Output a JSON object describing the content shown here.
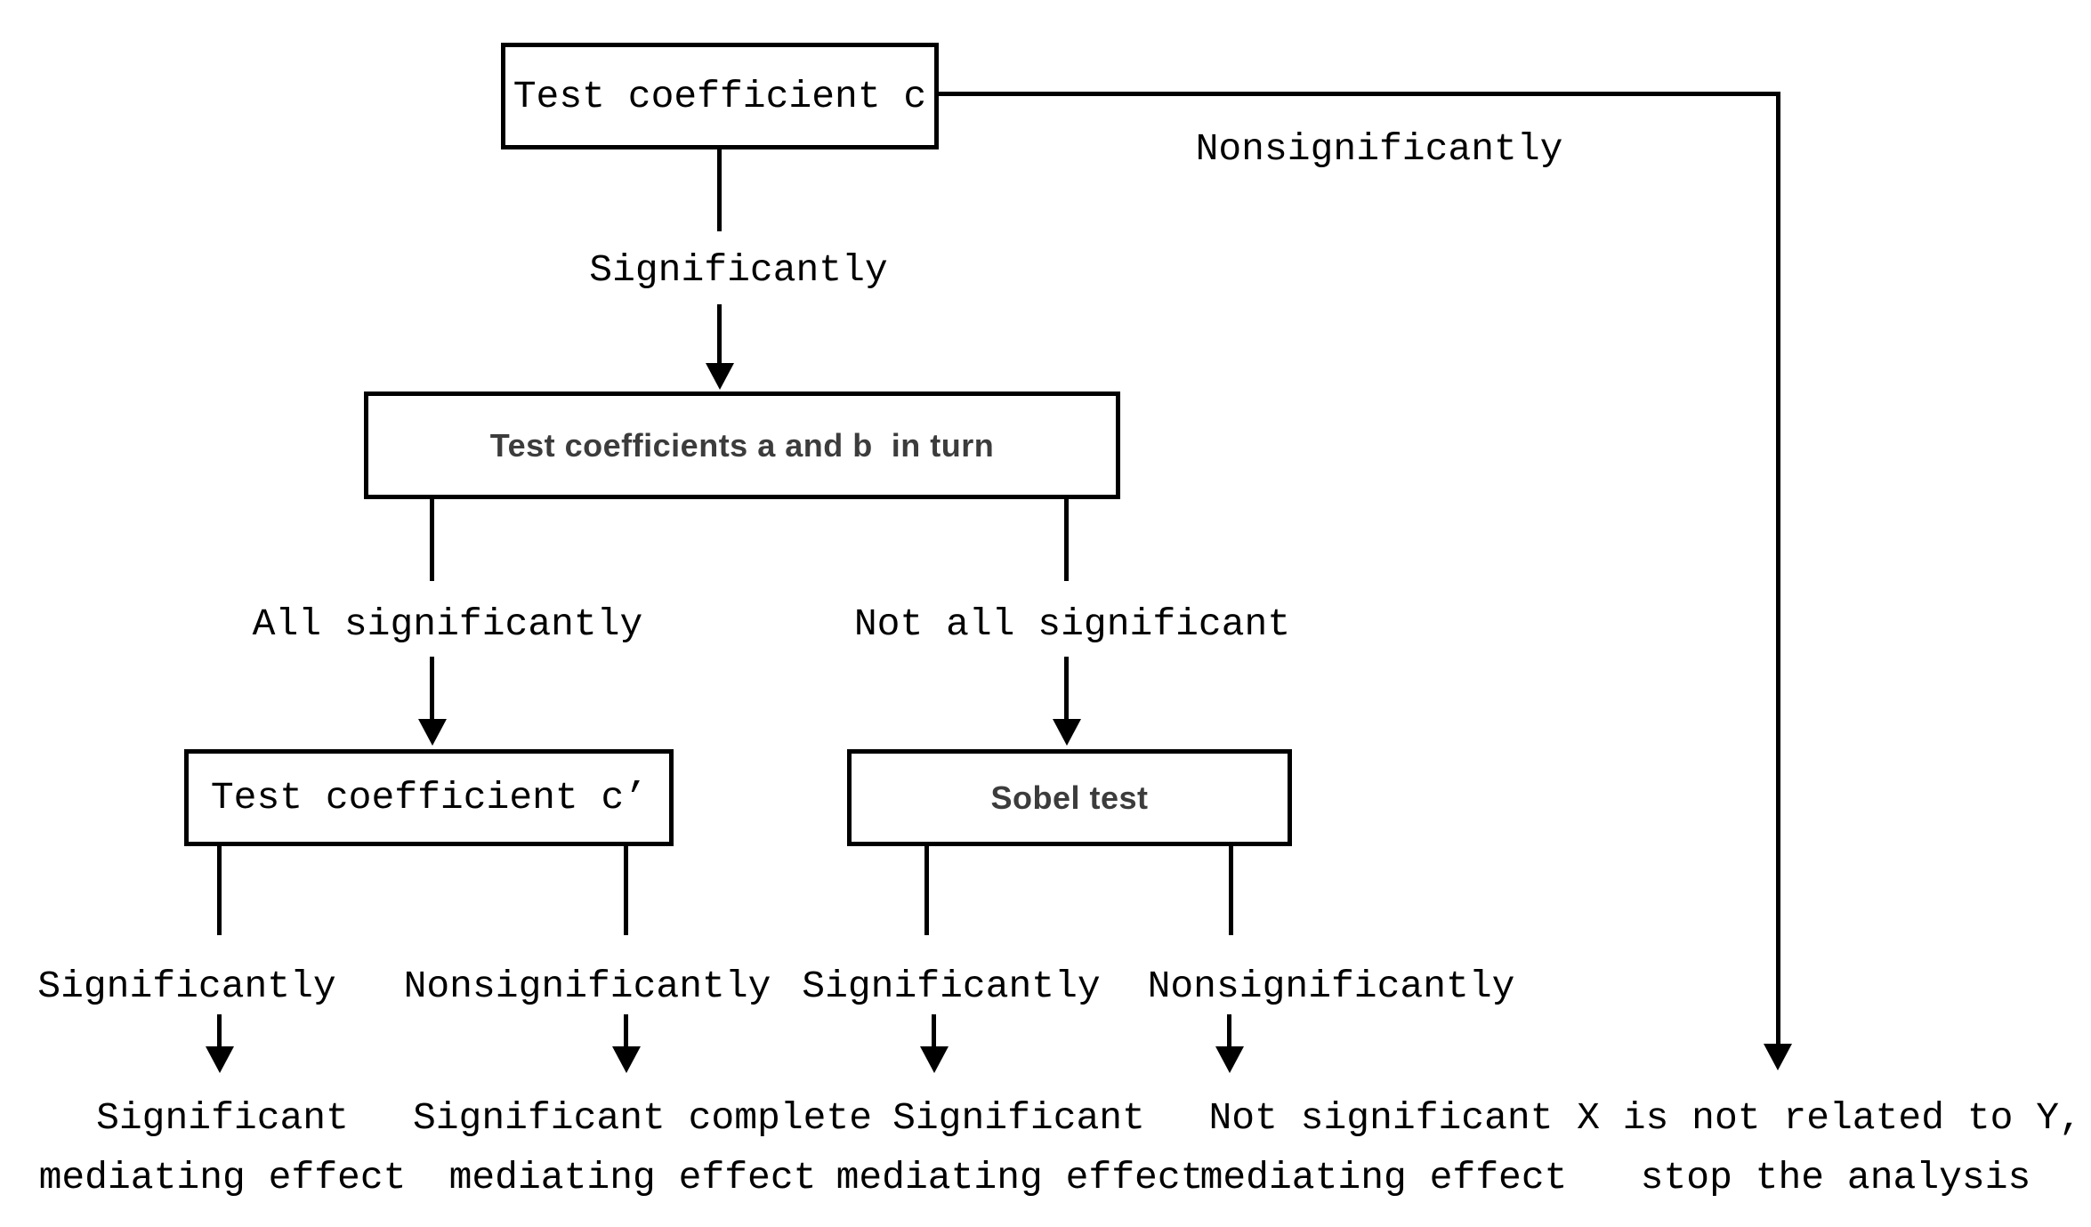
{
  "title": "Mediation analysis decision flowchart",
  "colors": {
    "ink": "#000000",
    "node_muted_text": "#3c3c3c",
    "background": "#ffffff"
  },
  "nodes": {
    "test_c": {
      "label": "Test coefficient c"
    },
    "test_ab": {
      "label": "Test coefficients a and b  in turn"
    },
    "test_c_prime": {
      "label": "Test coefficient c’"
    },
    "sobel": {
      "label": "Sobel test"
    }
  },
  "edge_labels": {
    "significantly_1": "Significantly",
    "nonsignificantly_1": "Nonsignificantly",
    "all_significantly": "All significantly",
    "not_all_significant": "Not all significant",
    "significantly_2": "Significantly",
    "nonsignificantly_2": "Nonsignificantly",
    "significantly_3": "Significantly",
    "nonsignificantly_3": "Nonsignificantly"
  },
  "outcomes": {
    "significant_mediating_1": {
      "line1": "Significant",
      "line2": "mediating effect"
    },
    "significant_complete_mediating": {
      "line1": "Significant complete",
      "line2": "mediating effect"
    },
    "significant_mediating_2": {
      "line1": "Significant",
      "line2": "mediating effect"
    },
    "not_significant_mediating": {
      "line1": "Not significant",
      "line2": "mediating effect"
    },
    "x_not_related_to_y": {
      "line1": "X is not related to Y,",
      "line2": "stop the analysis"
    }
  }
}
